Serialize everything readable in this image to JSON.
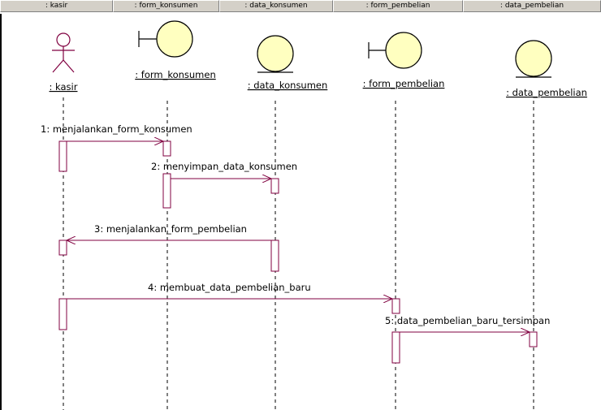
{
  "columns": [
    {
      "label": ": kasir"
    },
    {
      "label": ": form_konsumen"
    },
    {
      "label": ": data_konsumen"
    },
    {
      "label": ": form_pembelian"
    },
    {
      "label": ": data_pembelian"
    }
  ],
  "objects": [
    {
      "label": ": kasir",
      "kind": "actor-icon"
    },
    {
      "label": ": form_konsumen",
      "kind": "boundary-icon"
    },
    {
      "label": ": data_konsumen",
      "kind": "entity-icon"
    },
    {
      "label": ": form_pembelian",
      "kind": "boundary-icon"
    },
    {
      "label": ": data_pembelian",
      "kind": "entity-icon"
    }
  ],
  "messages": [
    {
      "label": "1: menjalankan_form_konsumen",
      "from": 0,
      "to": 1
    },
    {
      "label": "2: menyimpan_data_konsumen",
      "from": 1,
      "to": 2
    },
    {
      "label": "3: menjalankan_form_pembelian",
      "from": 2,
      "to": 0
    },
    {
      "label": "4: membuat_data_pembelian_baru",
      "from": 0,
      "to": 3
    },
    {
      "label": "5: data_pembelian_baru_tersimpan",
      "from": 3,
      "to": 4
    }
  ],
  "colors": {
    "message_line": "#800040",
    "icon_fill": "#ffffc0",
    "actor": "#800040",
    "header_bg": "#d4d0c8"
  }
}
